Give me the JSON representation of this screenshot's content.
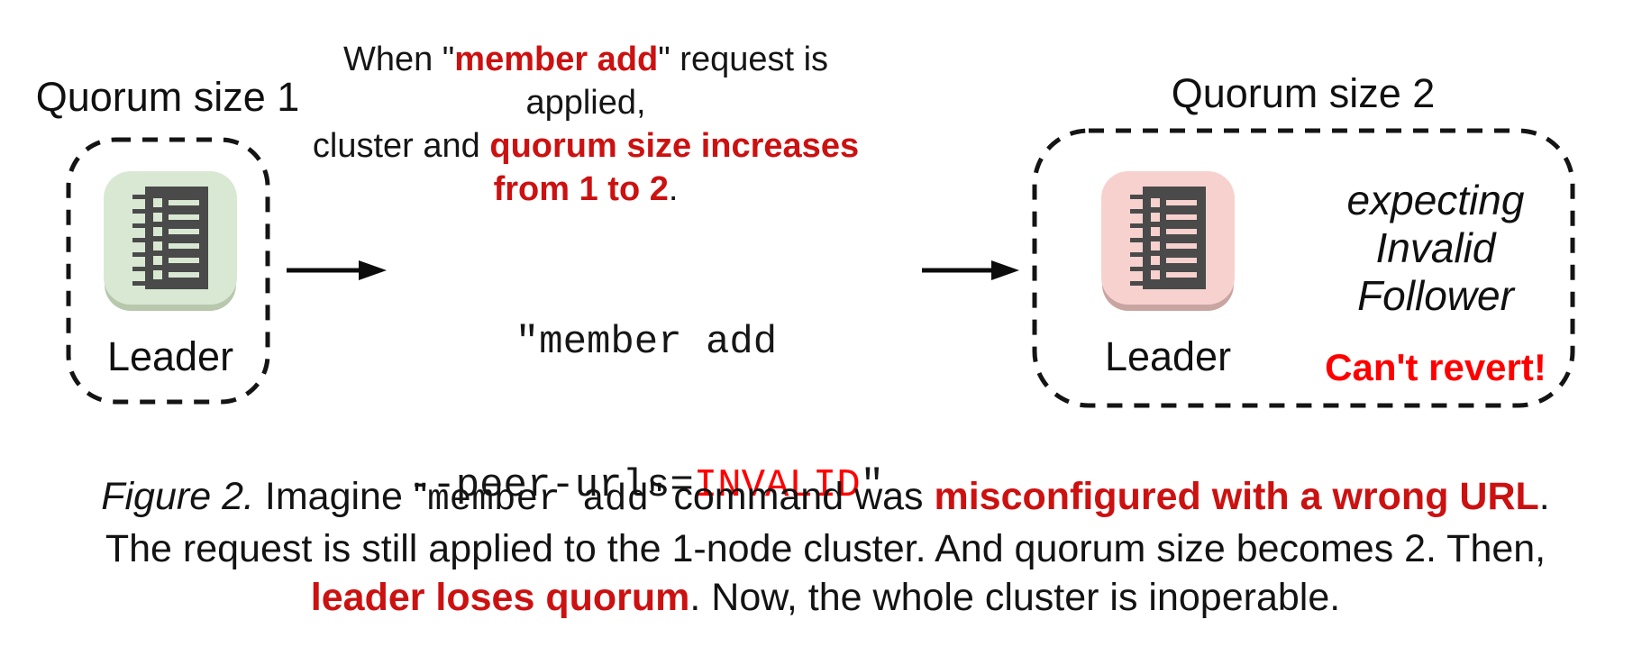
{
  "figure": {
    "left_cluster": {
      "title": "Quorum size 1",
      "node_label": "Leader",
      "node_color": "#d9e8d3"
    },
    "annotation": {
      "line1_pre": "When \"",
      "line1_em": "member add",
      "line1_post": "\" request is applied,",
      "line2_pre": "cluster and ",
      "line2_em": "quorum size increases",
      "line3_em": "from 1 to 2",
      "line3_post": "."
    },
    "command": {
      "line1": "\"member add",
      "line2_pre": "--peer-urls=",
      "line2_invalid": "INVALID",
      "line2_post": "\""
    },
    "right_cluster": {
      "title": "Quorum size 2",
      "node_label": "Leader",
      "node_color": "#f7d1ce",
      "expectation_lines": [
        "expecting",
        "Invalid",
        "Follower"
      ],
      "warning": "Can't revert!"
    }
  },
  "caption": {
    "figure_label": "Figure 2.",
    "s2": " Imagine \"",
    "mono": "member add",
    "s4": "\" command was ",
    "em": "misconfigured with a wrong URL",
    "s6": ".",
    "line2": "The request is still applied to the 1-node cluster. And quorum size becomes 2. Then,",
    "line3_em": "leader loses quorum",
    "line3_rest": ". Now, the whole cluster is inoperable."
  },
  "colors": {
    "accent_dark_red": "#cc1111",
    "accent_bright_red": "#ff0000",
    "node_green": "#d9e8d3",
    "node_pink": "#f7d1ce",
    "glyph_dark": "#4a4a4a"
  }
}
